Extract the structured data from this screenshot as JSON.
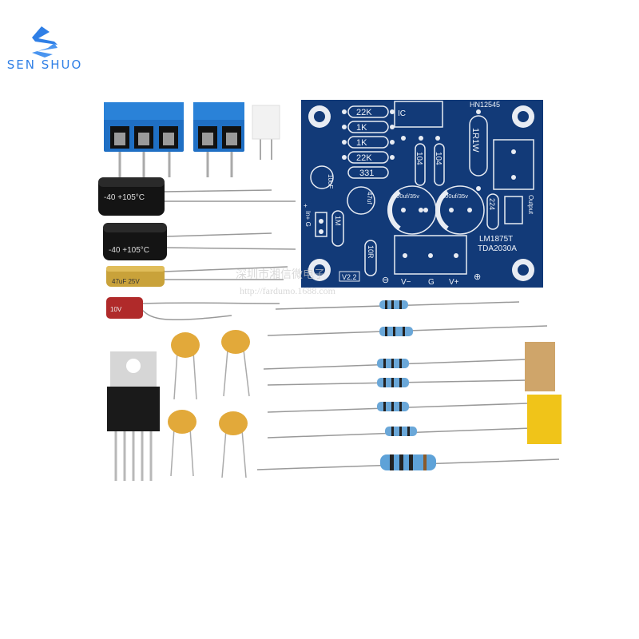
{
  "brand": {
    "name": "SEN SHUO",
    "color": "#2f7fe6"
  },
  "pcb": {
    "color": "#123a78",
    "model_code": "HN12545",
    "ic_label": "IC",
    "resistors": [
      "22K",
      "1K",
      "1K",
      "22K",
      "331"
    ],
    "caps_104": [
      "104",
      "104"
    ],
    "r_1r1w": "1R1W",
    "cap_10uf": "10uF",
    "cap_47uf": "47uf",
    "big_caps": [
      "100uf/35v",
      "100uf/35v"
    ],
    "cap_224": "224",
    "r_1m": "1M",
    "r_10r": "10R",
    "input_label": "In+ G",
    "output_label": "Output",
    "chip_names": [
      "LM1875T",
      "TDA2030A"
    ],
    "version": "V2.2",
    "power_labels": [
      "V−",
      "G",
      "V+"
    ],
    "minus_symbol": "⊖",
    "plus_symbol": "⊕",
    "plus_marks": [
      "+"
    ]
  },
  "capacitor_text": {
    "large": "-40 +105°C",
    "small_gold": "47uF 25V",
    "small_red": "10V"
  },
  "watermark": {
    "cn": "深圳市湘信微电子",
    "url": "http://fardumo.1688.com"
  }
}
